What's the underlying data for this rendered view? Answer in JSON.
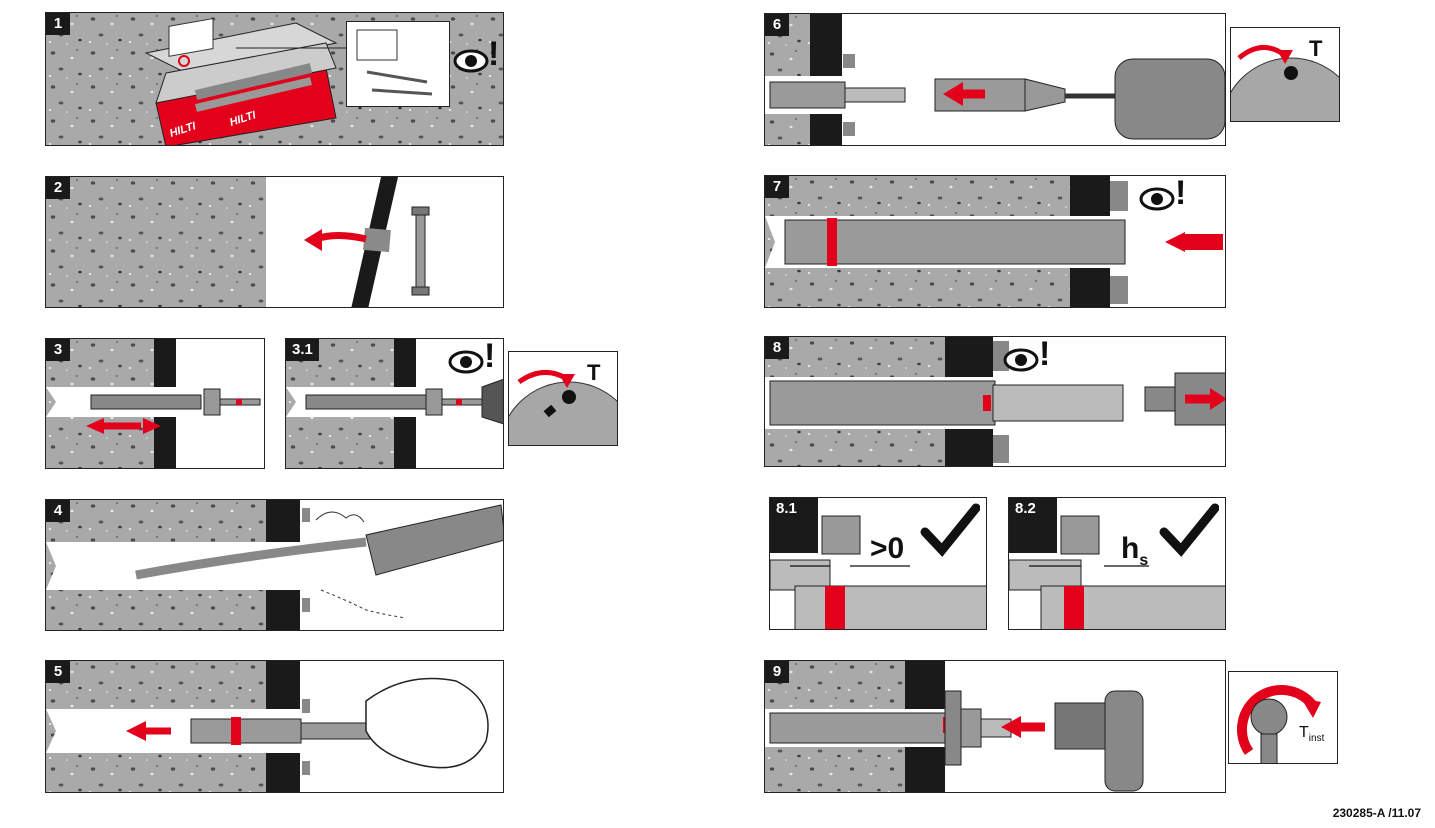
{
  "steps": [
    {
      "id": "1",
      "label": "1"
    },
    {
      "id": "2",
      "label": "2"
    },
    {
      "id": "3",
      "label": "3"
    },
    {
      "id": "3.1",
      "label": "3.1"
    },
    {
      "id": "4",
      "label": "4"
    },
    {
      "id": "5",
      "label": "5"
    },
    {
      "id": "6",
      "label": "6"
    },
    {
      "id": "7",
      "label": "7"
    },
    {
      "id": "8",
      "label": "8"
    },
    {
      "id": "8.1",
      "label": "8.1"
    },
    {
      "id": "8.2",
      "label": "8.2"
    },
    {
      "id": "9",
      "label": "9"
    }
  ],
  "brand_text": "HILTI",
  "gap_label": ">0",
  "hs_label": "h",
  "hs_sub": "s",
  "torque_label": "T",
  "torque_sub": "inst",
  "doc_ref": "230285-A /11.07",
  "icons": [
    "eye-icon",
    "exclamation-icon",
    "rotation-stop-icon",
    "hammer-drill-mode-icon",
    "checkmark-icon",
    "torque-wrench-icon"
  ],
  "colors": {
    "accent_red": "#e3001b",
    "concrete": "#a7a7a7",
    "steel": "#9a9a9a",
    "dark": "#1a1a1a"
  }
}
